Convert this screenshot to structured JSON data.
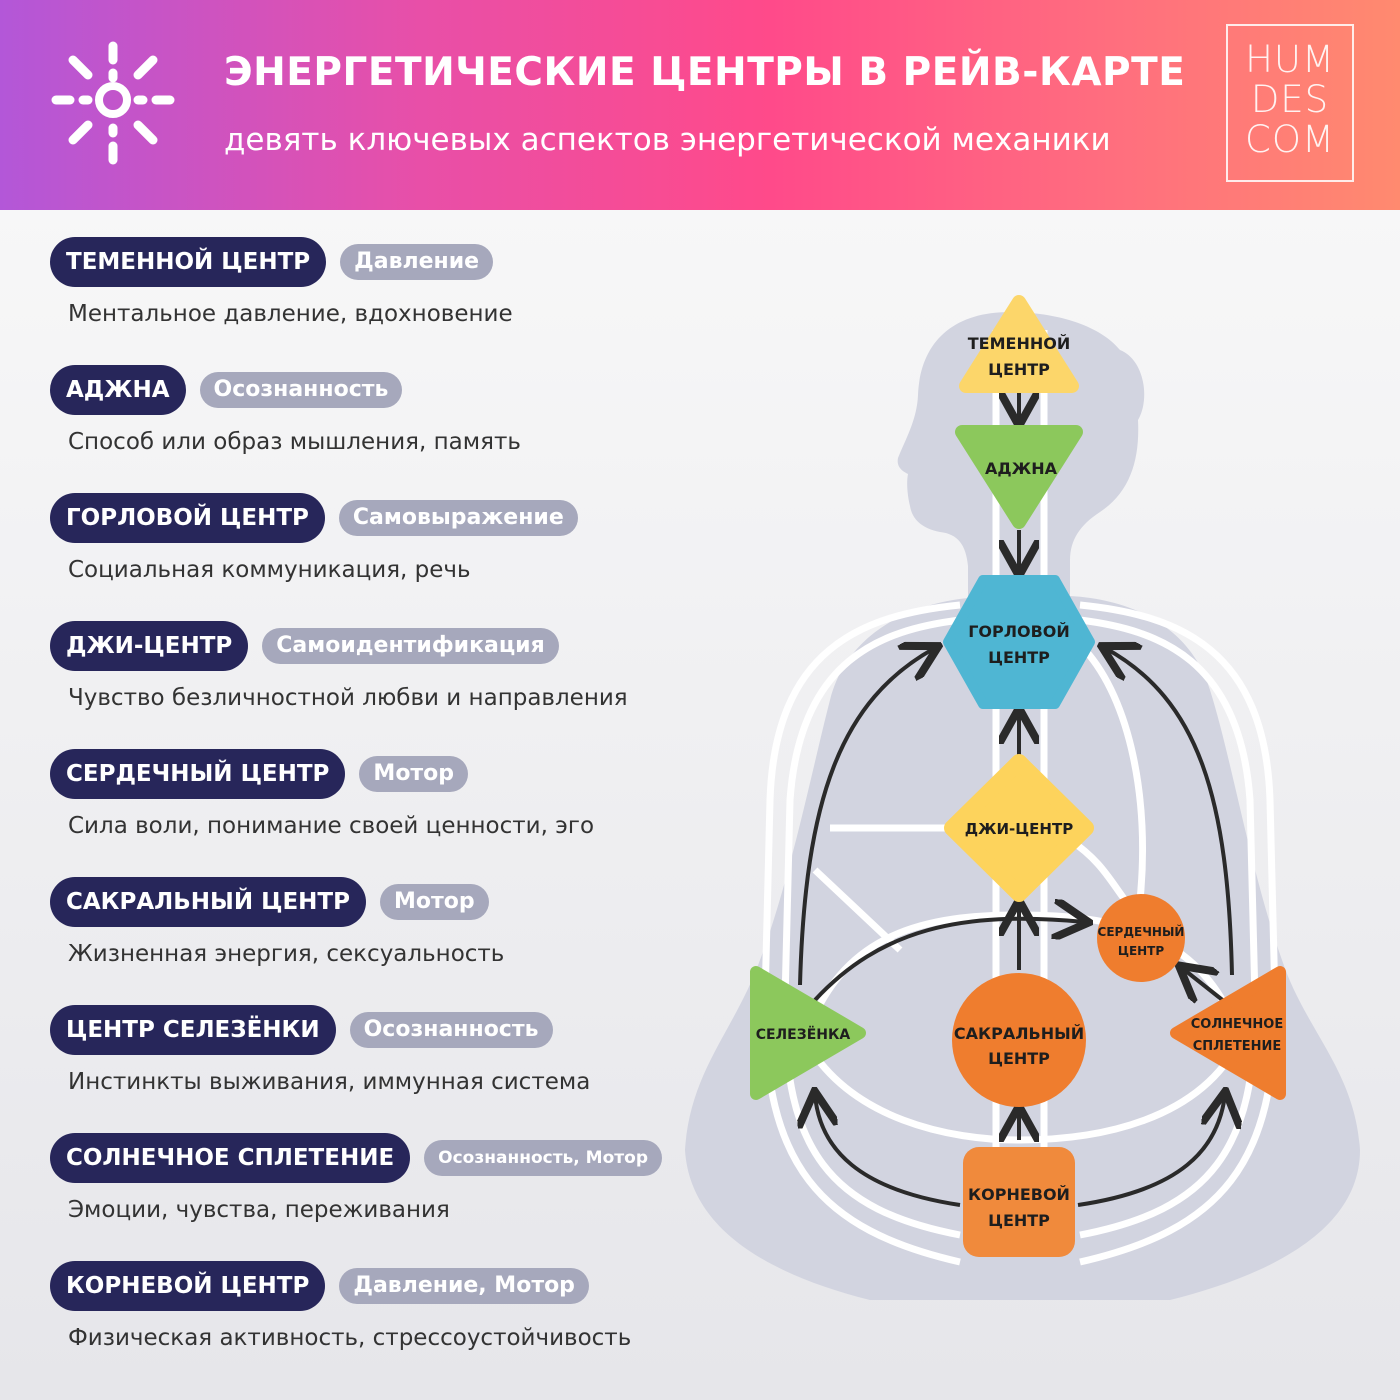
{
  "header": {
    "title": "ЭНЕРГЕТИЧЕСКИЕ ЦЕНТРЫ В РЕЙВ-КАРТЕ",
    "subtitle": "девять ключевых аспектов энергетической механики",
    "brand_lines": [
      "HUM",
      "DES",
      "COM"
    ],
    "logo_icon": "sun-rays-icon"
  },
  "centers": [
    {
      "name": "ТЕМЕННОЙ ЦЕНТР",
      "tag": "Давление",
      "desc": "Ментальное давление, вдохновение"
    },
    {
      "name": "АДЖНА",
      "tag": "Осознанность",
      "desc": "Способ или образ мышления, память"
    },
    {
      "name": "ГОРЛОВОЙ ЦЕНТР",
      "tag": "Самовыражение",
      "desc": "Социальная коммуникация, речь"
    },
    {
      "name": "ДЖИ-ЦЕНТР",
      "tag": "Самоидентификация",
      "desc": "Чувство безличностной любви и направления"
    },
    {
      "name": "СЕРДЕЧНЫЙ ЦЕНТР",
      "tag": "Мотор",
      "desc": "Сила воли, понимание своей ценности, эго"
    },
    {
      "name": "САКРАЛЬНЫЙ ЦЕНТР",
      "tag": "Мотор",
      "desc": "Жизненная энергия, сексуальность"
    },
    {
      "name": "ЦЕНТР СЕЛЕЗЁНКИ",
      "tag": "Осознанность",
      "desc": "Инстинкты выживания, иммунная система"
    },
    {
      "name": "СОЛНЕЧНОЕ СПЛЕТЕНИЕ",
      "tag": "Осознанность, Мотор",
      "desc": "Эмоции, чувства, переживания"
    },
    {
      "name": "КОРНЕВОЙ ЦЕНТР",
      "tag": "Давление, Мотор",
      "desc": "Физическая активность, стрессоустойчивость"
    }
  ],
  "diagram": {
    "head": [
      "ТЕМЕННОЙ",
      "ЦЕНТР"
    ],
    "ajna": [
      "АДЖНА"
    ],
    "throat": [
      "ГОРЛОВОЙ",
      "ЦЕНТР"
    ],
    "g": [
      "ДЖИ-ЦЕНТР"
    ],
    "heart": [
      "СЕРДЕЧНЫЙ",
      "ЦЕНТР"
    ],
    "spleen": [
      "СЕЛЕЗЁНКА"
    ],
    "sacral": [
      "САКРАЛЬНЫЙ",
      "ЦЕНТР"
    ],
    "solar": [
      "СОЛНЕЧНОЕ",
      "СПЛЕТЕНИЕ"
    ],
    "root": [
      "КОРНЕВОЙ",
      "ЦЕНТР"
    ]
  },
  "colors": {
    "head": "#fcd66a",
    "ajna": "#8cc85c",
    "throat": "#4fb6d3",
    "g": "#fdd35c",
    "heart": "#ef7d2e",
    "spleen": "#8cc85c",
    "sacral": "#ef7d2e",
    "solar": "#ef7d2e",
    "root": "#f08a3c",
    "pill": "#27265a",
    "tag": "#a6a8bc"
  }
}
